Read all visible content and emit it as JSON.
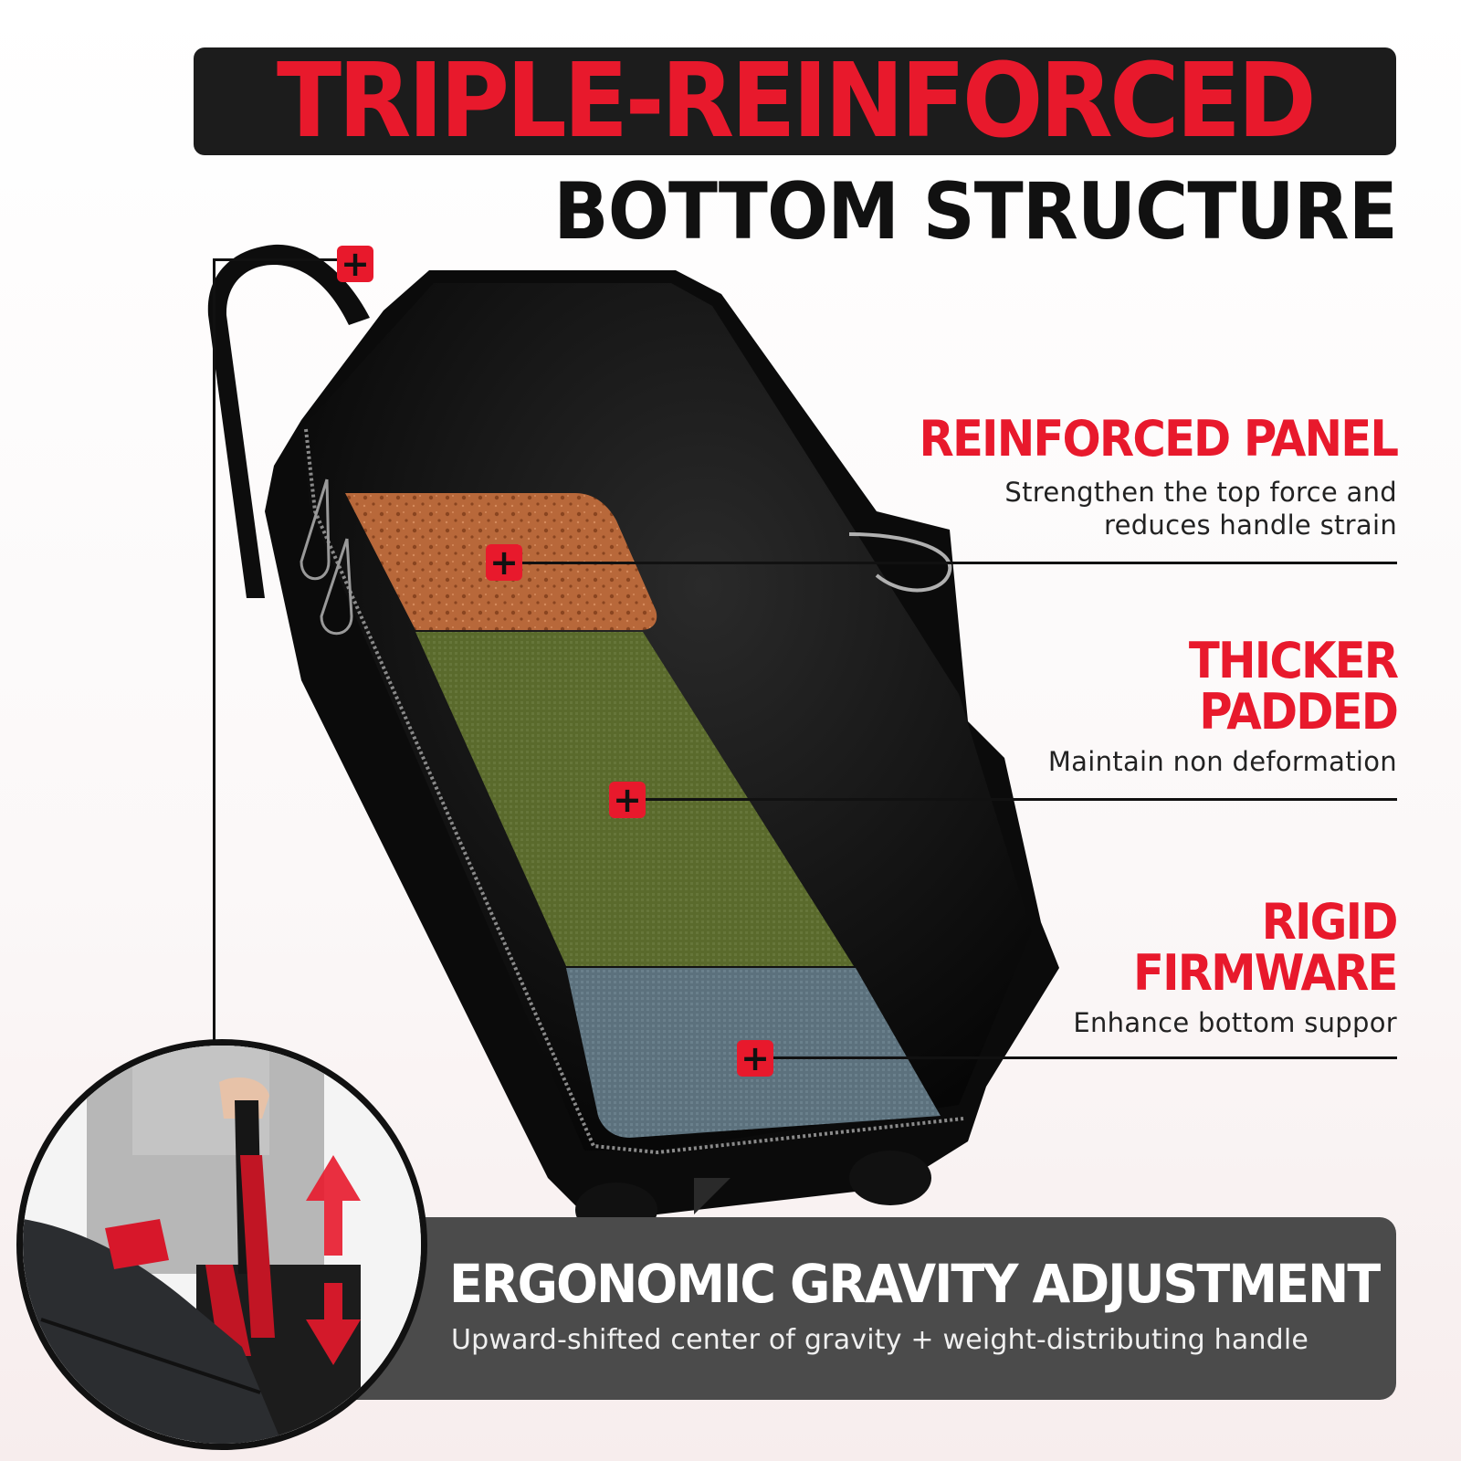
{
  "header": {
    "title": "TRIPLE-REINFORCED",
    "subtitle": "BOTTOM STRUCTURE"
  },
  "features": [
    {
      "title": "REINFORCED PANEL",
      "description_line1": "Strengthen the top force and",
      "description_line2": "reduces handle strain"
    },
    {
      "title_line1": "THICKER",
      "title_line2": "PADDED",
      "description_line1": "Maintain non deformation"
    },
    {
      "title_line1": "RIGID",
      "title_line2": "FIRMWARE",
      "description_line1": "Enhance bottom suppor"
    }
  ],
  "banner": {
    "title": "ERGONOMIC GRAVITY ADJUSTMENT",
    "subtitle": "Upward-shifted center of gravity + weight-distributing handle"
  },
  "markers": {
    "symbol": "+"
  },
  "colors": {
    "accent": "#e8192c",
    "dark": "#1c1c1c",
    "banner": "#4b4b4b",
    "foam": "#b8683a",
    "padding": "#5e6b2e",
    "firm": "#5f7480"
  },
  "icons": [
    "plus-icon",
    "up-arrow-icon",
    "down-arrow-icon"
  ]
}
